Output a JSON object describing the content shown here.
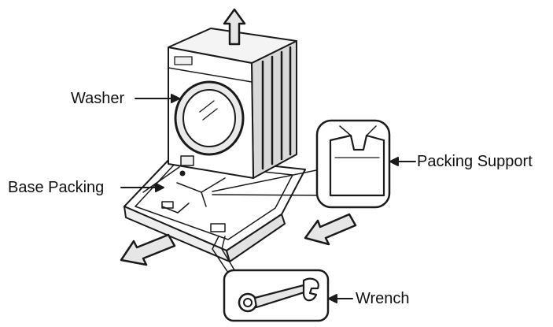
{
  "labels": {
    "washer": "Washer",
    "base_packing": "Base Packing",
    "packing_support": "Packing Support",
    "wrench": "Wrench"
  },
  "colors": {
    "line": "#1a1a1a",
    "washer_shadow": "#d9d9d9",
    "washer_light": "#f4f4f4",
    "arrow_fill": "#e6e6e6",
    "background": "#ffffff"
  },
  "icons": {
    "up_arrow": "arrow-up-icon",
    "left_arrow": "arrow-down-left-icon",
    "right_arrow": "arrow-down-left-icon",
    "wrench": "wrench-icon"
  }
}
